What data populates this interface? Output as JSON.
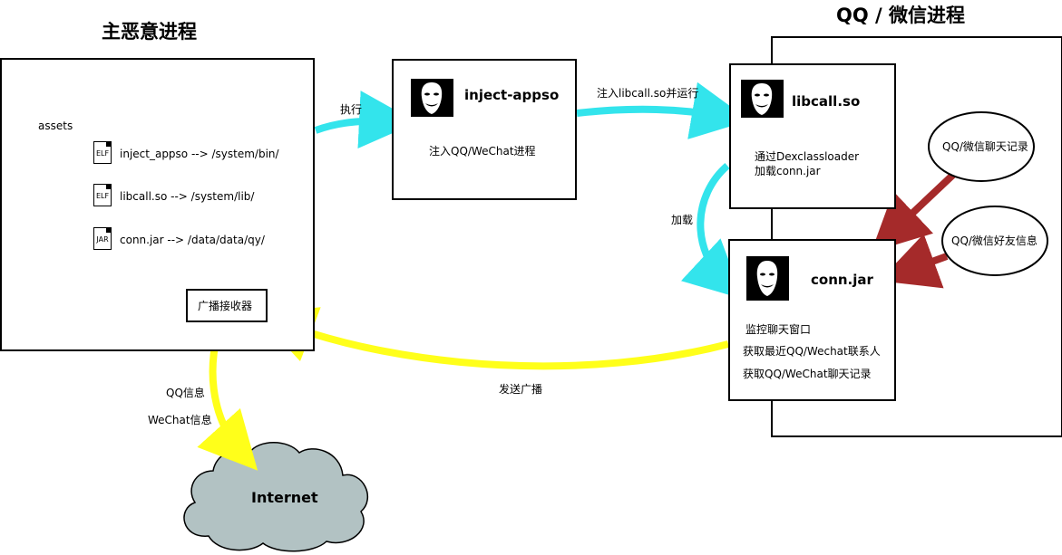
{
  "main_process": {
    "title": "主恶意进程",
    "folder_label": "assets",
    "files": [
      {
        "tag": "ELF",
        "label": "inject_appso --> /system/bin/"
      },
      {
        "tag": "ELF",
        "label": "libcall.so --> /system/lib/"
      },
      {
        "tag": "JAR",
        "label": "conn.jar --> /data/data/qy/"
      }
    ],
    "receiver_label": "广播接收器"
  },
  "qq_process": {
    "title": "QQ / 微信进程"
  },
  "inject_box": {
    "title": "inject-appso",
    "desc": "注入QQ/WeChat进程"
  },
  "libcall_box": {
    "title": "libcall.so",
    "desc_lines": [
      "通过Dexclassloader",
      "加载conn.jar"
    ]
  },
  "conn_box": {
    "title": "conn.jar",
    "desc_lines": [
      "监控聊天窗口",
      "获取最近QQ/Wechat联系人",
      "获取QQ/WeChat聊天记录"
    ]
  },
  "ellipses": {
    "chat_records": "QQ/微信聊天记录",
    "friend_info": "QQ/微信好友信息"
  },
  "edges": {
    "execute": "执行",
    "inject_run": "注入libcall.so并运行",
    "load": "加载",
    "send_broadcast": "发送广播",
    "qq_info": "QQ信息",
    "wechat_info": "WeChat信息"
  },
  "internet_label": "Internet",
  "colors": {
    "cyan_arrow": "#33e4ec",
    "yellow_arrow": "#ffff1a",
    "red_arrow": "#a52a2a",
    "cloud": "#b2c2c3"
  }
}
